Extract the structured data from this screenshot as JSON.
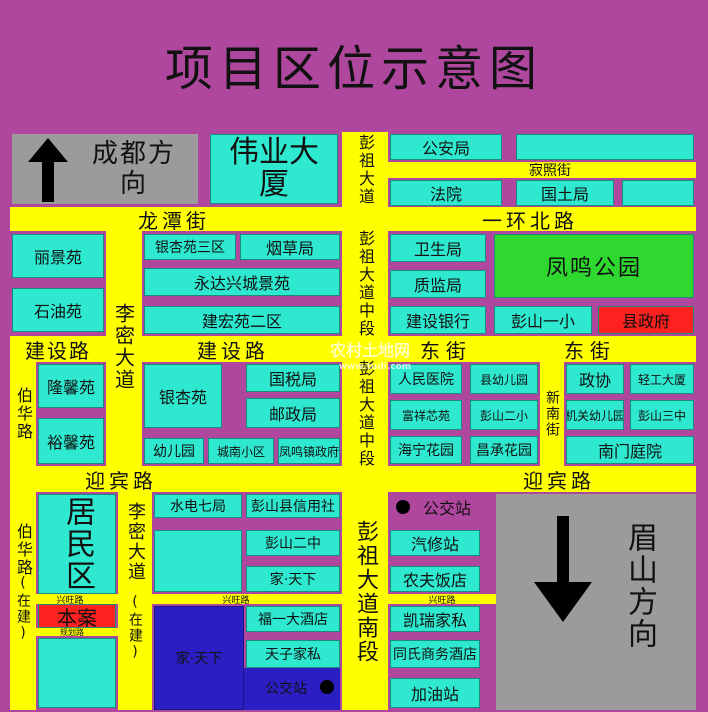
{
  "title": "项目区位示意图",
  "roads": {
    "longtan": "龙潭街",
    "yihuan_north": "一环北路",
    "jianshe_left": "建设路",
    "jianshe_mid": "建设路",
    "dongjie_1": "东街",
    "dongjie_2": "东街",
    "yingbin_1": "迎宾路",
    "yingbin_2": "迎宾路",
    "pengzu_top": "彭祖大道",
    "pengzu_mid1": "彭祖大道中段",
    "pengzu_mid2": "彭祖大道中段",
    "pengzu_south": "彭祖大道南段",
    "limi_1": "李密大道",
    "limi_2": "李密大道",
    "limi_2_note": "(在建)",
    "bohua_1": "伯华路",
    "bohua_2": "伯华路",
    "bohua_2_note": "(在建)",
    "jizhao": "寂照街",
    "xinnan": "新南街",
    "xingwang_1": "兴旺路",
    "xingwang_2": "兴旺路",
    "xingwang_3": "兴旺路",
    "guihua": "规划路"
  },
  "directions": {
    "chengdu": "成都方向",
    "meishan": "眉山方向"
  },
  "blocks": {
    "weiye": "伟业大厦",
    "gonganju": "公安局",
    "fayuan": "法院",
    "guotuju": "国土局",
    "lijingyuan": "丽景苑",
    "yinxing3": "银杏苑三区",
    "yancaoju": "烟草局",
    "yongda": "永达兴城景苑",
    "jianhong2": "建宏苑二区",
    "shiyouyuan": "石油苑",
    "weishengju": "卫生局",
    "zhijianju": "质监局",
    "fengming": "凤鸣公园",
    "jianshebank": "建设银行",
    "pengshan1": "彭山一小",
    "xianzhengfu": "县政府",
    "longxin": "隆馨苑",
    "yinxingyuan": "银杏苑",
    "guoshuiju": "国税局",
    "youzhengju": "邮政局",
    "yuxin": "裕馨苑",
    "youeryuan": "幼儿园",
    "chengnan": "城南小区",
    "fengmingzf": "凤鸣镇政府",
    "renmin": "人民医院",
    "xianyou": "县幼儿园",
    "zhengxie": "政协",
    "qinggong": "轻工大厦",
    "fuxiang": "富祥芯苑",
    "pengshan2": "彭山二小",
    "jiguan": "机关幼儿园",
    "pengshan3": "彭山三中",
    "haining": "海宁花园",
    "changcheng": "昌承花园",
    "nanmen": "南门庭院",
    "jumin": "居民区",
    "benan": "本案",
    "shuidian": "水电七局",
    "xinyongshe": "彭山县信用社",
    "pengshan2zh": "彭山二中",
    "jiatianxia_1": "家·天下",
    "jiatianxia_2": "家·天下",
    "fuyi": "福一大酒店",
    "tianzi": "天子家私",
    "gongjiao_1": "公交站",
    "gongjiao_2": "公交站",
    "qixiu": "汽修站",
    "nongfu": "农夫饭店",
    "kairui": "凯瑞家私",
    "tongshi": "同氏商务酒店",
    "jiayou": "加油站"
  },
  "watermark": {
    "name": "农村土地网",
    "url": "www.tudi.com"
  },
  "colors": {
    "background": "#b0479f",
    "road": "#ffff00",
    "block": "#2ee8cf",
    "park": "#2fd82f",
    "government": "#ff2020",
    "project_site": "#ff2020",
    "jiatianxia_site": "#2b1fc4",
    "direction_panel": "#9b9b9b"
  }
}
